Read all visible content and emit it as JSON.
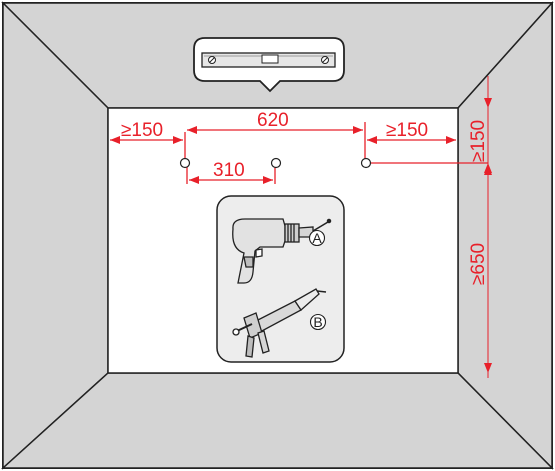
{
  "dimensions": {
    "left_clearance": "≥150",
    "hole_span": "620",
    "right_clearance": "≥150",
    "hole_spacing": "310",
    "top_clearance": "≥150",
    "floor_clearance": "≥650"
  },
  "tools": {
    "drill_marker": "A",
    "caulk_gun_marker": "B"
  },
  "colors": {
    "dimension": "#e8202a",
    "wall": "#ffffff",
    "ceiling_sides": "#d4d4d4",
    "outline": "#222222",
    "tool_panel": "#ededed"
  }
}
